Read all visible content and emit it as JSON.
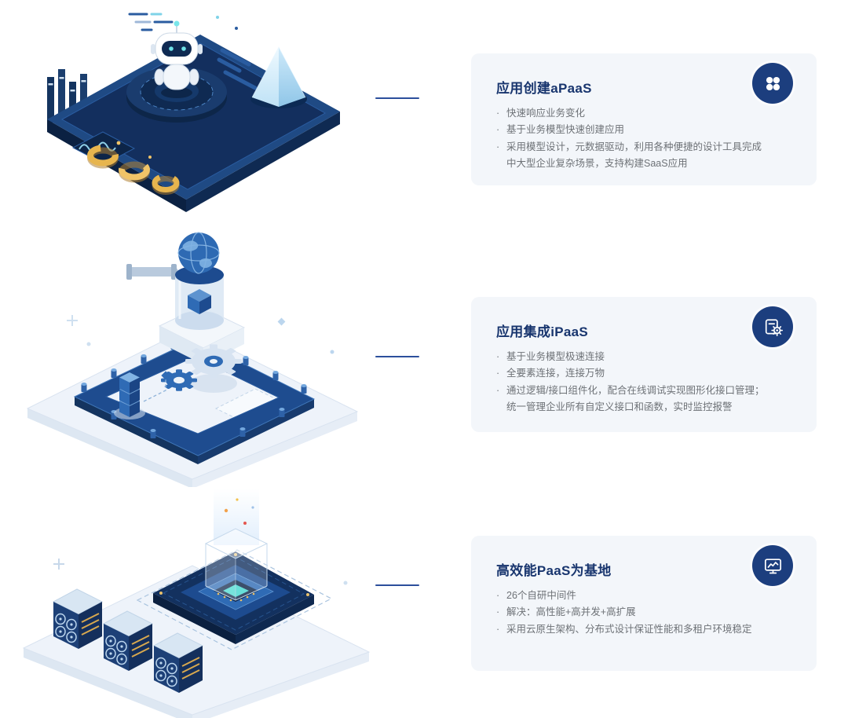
{
  "page": {
    "background": "#ffffff"
  },
  "ui": {
    "bullet_marker": "·"
  },
  "colors": {
    "title_text": "#18356e",
    "body_text": "#6e7277",
    "card_background": "#f3f6fa",
    "badge_background": "#1c3e7e",
    "connector_line": "#2c4f9c",
    "illustration_navy": "#132f5e",
    "illustration_blue": "#1d4b8f",
    "illustration_bright_blue": "#2f6bb5",
    "illustration_glass": "#eef3fa",
    "gold": "#e7b54e",
    "teal": "#43d8cf"
  },
  "sections": [
    {
      "title": "应用创建aPaaS",
      "icon": "apps-grid-icon",
      "illustration": "robot-dashboard-illustration",
      "bullets": [
        "快速响应业务变化",
        "基于业务模型快速创建应用",
        "采用模型设计，元数据驱动，利用各种便捷的设计工具完成中大型企业复杂场景，支持构建SaaS应用"
      ]
    },
    {
      "title": "应用集成iPaaS",
      "icon": "document-gear-icon",
      "illustration": "integration-platform-illustration",
      "bullets": [
        "基于业务模型极速连接",
        "全要素连接，连接万物",
        "通过逻辑/接口组件化，配合在线调试实现图形化接口管理；统一管理企业所有自定义接口和函数，实时监控报警"
      ]
    },
    {
      "title": "高效能PaaS为基地",
      "icon": "monitor-chart-icon",
      "illustration": "datacenter-chip-illustration",
      "bullets": [
        "26个自研中间件",
        "解决：高性能+高并发+高扩展",
        "采用云原生架构、分布式设计保证性能和多租户环境稳定"
      ]
    }
  ]
}
